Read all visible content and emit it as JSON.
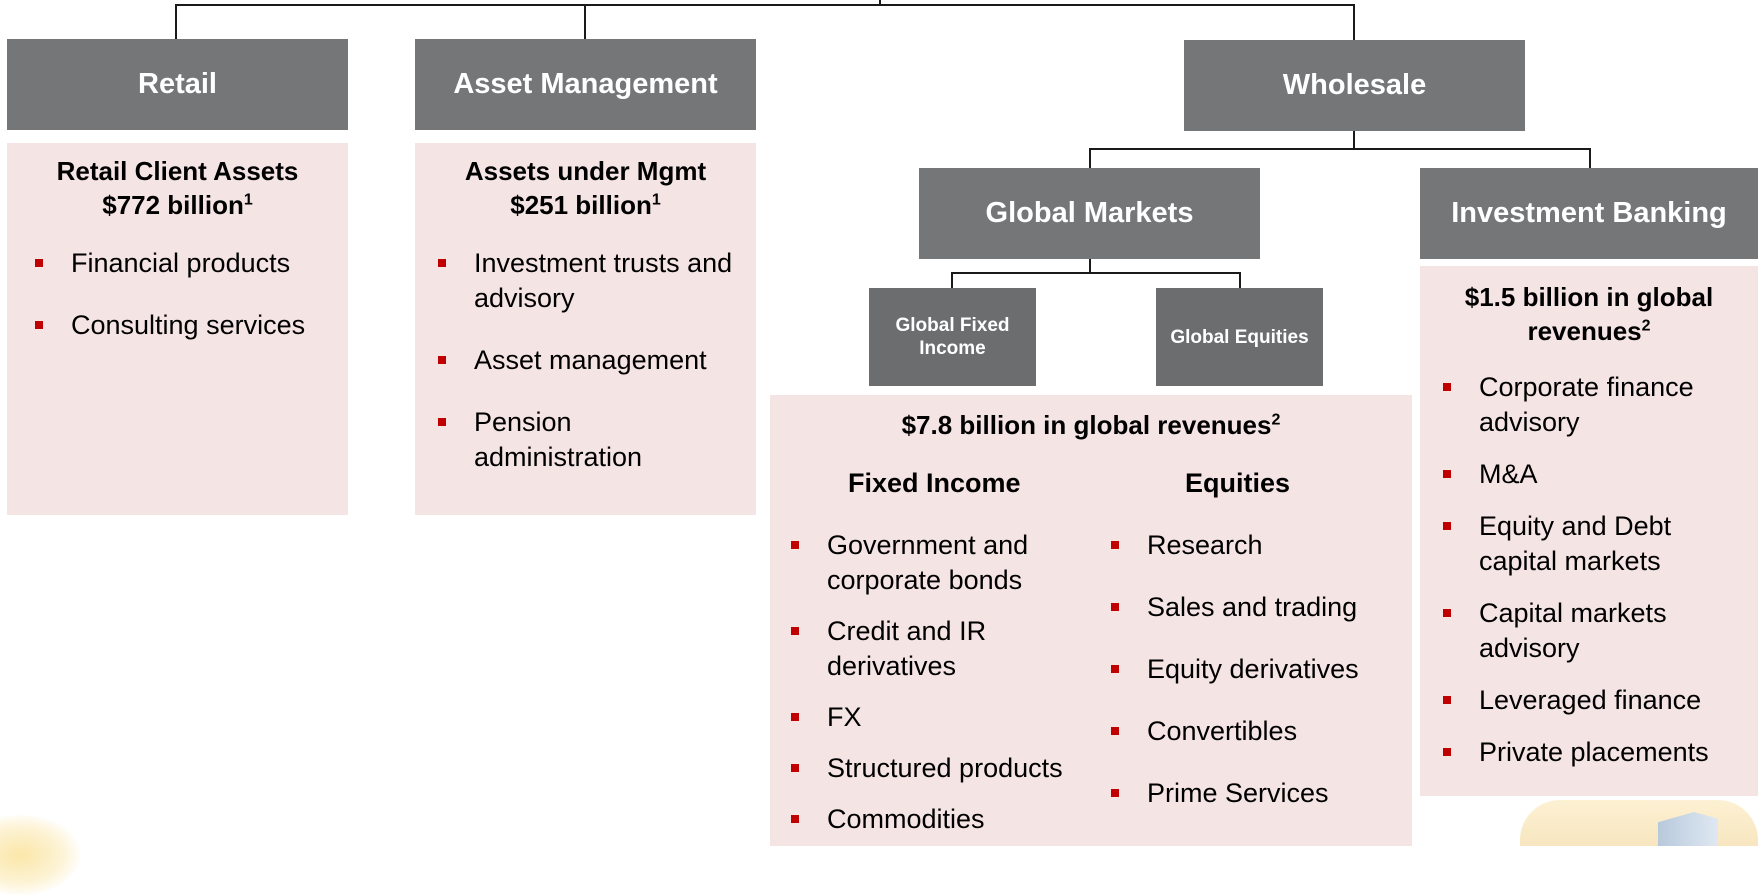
{
  "top_level": {
    "retail": "Retail",
    "asset_management": "Asset Management",
    "wholesale": "Wholesale"
  },
  "wholesale_children": {
    "global_markets": "Global Markets",
    "investment_banking": "Investment Banking"
  },
  "global_markets_children": {
    "fixed_income": "Global Fixed Income",
    "equities": "Global Equities"
  },
  "retail_panel": {
    "title_line1": "Retail Client Assets",
    "title_line2": "$772 billion",
    "footnote": "1",
    "items": [
      "Financial products",
      "Consulting services"
    ]
  },
  "am_panel": {
    "title_line1": "Assets under Mgmt",
    "title_line2": "$251 billion",
    "footnote": "1",
    "items": [
      "Investment trusts and advisory",
      "Asset management",
      "Pension administration"
    ]
  },
  "gm_panel": {
    "title": "$7.8 billion in global revenues",
    "footnote": "2",
    "fixed_income": {
      "heading": "Fixed Income",
      "items": [
        "Government and corporate bonds",
        "Credit and IR derivatives",
        "FX",
        "Structured products",
        "Commodities"
      ]
    },
    "equities": {
      "heading": "Equities",
      "items": [
        "Research",
        "Sales and trading",
        "Equity derivatives",
        "Convertibles",
        "Prime Services"
      ]
    }
  },
  "ib_panel": {
    "title_line1": "$1.5 billion in global",
    "title_line2": "revenues",
    "footnote": "2",
    "items": [
      "Corporate finance advisory",
      "M&A",
      "Equity and Debt capital markets",
      "Capital markets advisory",
      "Leveraged finance",
      "Private placements"
    ]
  },
  "colors": {
    "header_box": "#747678",
    "panel": "#f5e4e4",
    "bullet": "#c00000",
    "connector": "#1a1a1a"
  }
}
